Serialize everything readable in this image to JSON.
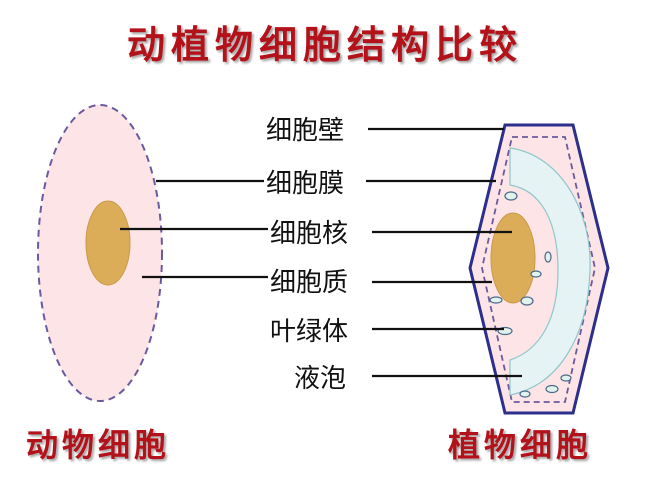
{
  "title": "动植物细胞结构比较",
  "captions": {
    "animal": "动物细胞",
    "plant": "植物细胞"
  },
  "labels": {
    "cell_wall": "细胞壁",
    "cell_membrane": "细胞膜",
    "nucleus": "细胞核",
    "cytoplasm": "细胞质",
    "chloroplast": "叶绿体",
    "vacuole": "液泡"
  },
  "colors": {
    "title": "#b4121b",
    "cytoplasm": "#fde4e6",
    "nucleus": "#dcad58",
    "cell_wall": "#2c2f8c",
    "vacuole": "#e6f3f4",
    "chloroplast": "#e4f2ee",
    "membrane": "#6a5a9e"
  }
}
